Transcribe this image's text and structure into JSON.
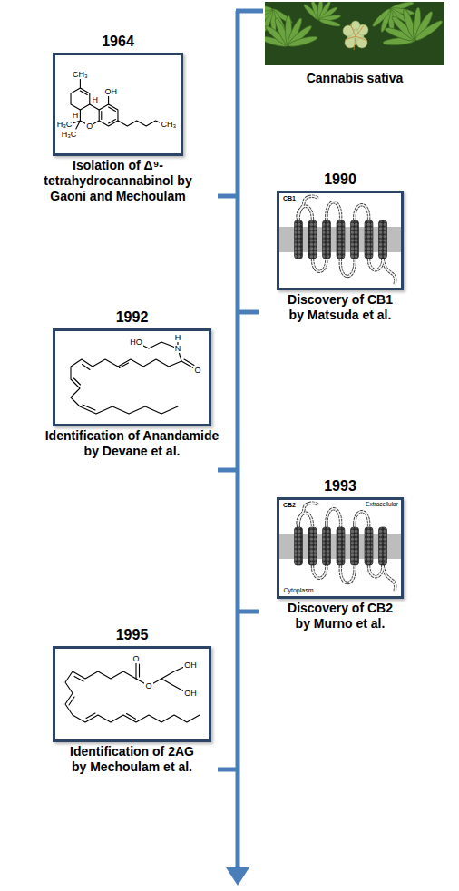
{
  "diagram": {
    "nodes": [
      {
        "text": [
          "1964",
          "Isolation of Δ⁹-tetrahydrocannabinol by Gaoni and Mechoulam"
        ]
      },
      {
        "text": [
          "1990",
          "Discovery of CB1 by Matsuda et al."
        ]
      },
      {
        "text": [
          "1992",
          "Identification of Anandamide by Devane et al."
        ]
      },
      {
        "text": [
          "1993",
          "Discovery of CB2 by Murno et al."
        ]
      },
      {
        "text": [
          "1995",
          "Identification of 2AG by Mechoulam et al."
        ]
      }
    ],
    "labels": [
      "Cannabis sativa",
      "CH₃",
      "OH",
      "H",
      "H",
      "O",
      "H₃C",
      "H₃C",
      "CH₃",
      "CB1",
      "HO",
      "N",
      "H",
      "O",
      "CB2",
      "Extracellular",
      "Cytoplasm",
      "O",
      "O",
      "OH",
      "OH"
    ]
  }
}
